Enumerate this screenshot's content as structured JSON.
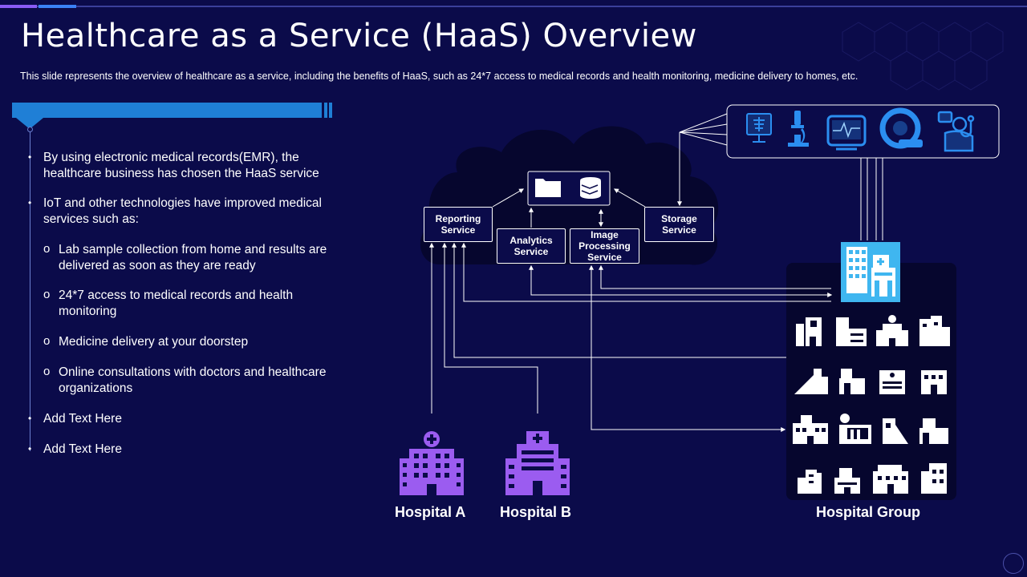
{
  "slide": {
    "title": "Healthcare as a Service (HaaS) Overview",
    "subtitle": "This slide represents the overview  of healthcare as a service, including the benefits of HaaS, such as 24*7 access to medical records and health monitoring,  medicine delivery  to homes, etc."
  },
  "bullets": [
    {
      "type": "main",
      "text": "By using electronic medical records(EMR), the healthcare business has chosen the HaaS service"
    },
    {
      "type": "main",
      "text": "IoT and other technologies have improved medical services such as:"
    },
    {
      "type": "sub",
      "text": "Lab sample collection from home and results are delivered as soon as they are ready"
    },
    {
      "type": "sub",
      "text": "24*7 access to medical records and health monitoring"
    },
    {
      "type": "sub",
      "text": "Medicine delivery at your doorstep"
    },
    {
      "type": "sub",
      "text": "Online consultations with doctors and healthcare organizations"
    },
    {
      "type": "main",
      "text": "Add Text Here"
    },
    {
      "type": "main",
      "text": "Add Text Here"
    }
  ],
  "services": {
    "reporting": "Reporting Service",
    "analytics": "Analytics Service",
    "image_processing": "Image Processing Service",
    "storage": "Storage Service"
  },
  "labels": {
    "hospital_a": "Hospital A",
    "hospital_b": "Hospital B",
    "hospital_group": "Hospital Group"
  },
  "icons": {
    "cloud_storage": [
      "folder-icon",
      "database-icon"
    ],
    "devices": [
      "xray-monitor-icon",
      "microscope-icon",
      "heart-monitor-icon",
      "mri-scanner-icon",
      "doctor-stethoscope-icon"
    ],
    "hospitals": [
      "hospital-a-icon",
      "hospital-b-icon",
      "hospital-group-main-icon"
    ]
  },
  "colors": {
    "background": "#0b0b4a",
    "accent_blue": "#1f7fd6",
    "purple": "#9b5cf0",
    "cyan": "#3fb6f0",
    "device_blue": "#2b8ef0"
  }
}
